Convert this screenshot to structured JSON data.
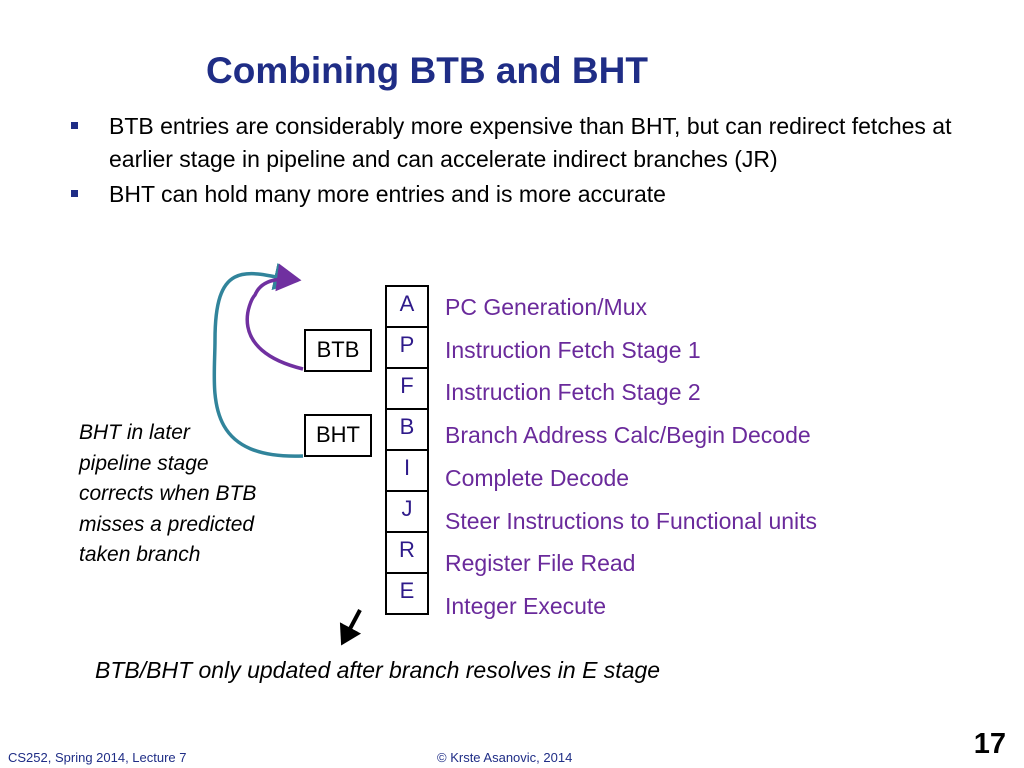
{
  "title": "Combining BTB and BHT",
  "bullets": [
    "BTB entries are considerably more expensive than BHT, but can redirect fetches at earlier stage in pipeline and can accelerate indirect branches (JR)",
    "BHT can hold many more entries and is more accurate"
  ],
  "pipeline": [
    {
      "stage": "A",
      "description": "PC Generation/Mux"
    },
    {
      "stage": "P",
      "description": "Instruction Fetch Stage 1"
    },
    {
      "stage": "F",
      "description": "Instruction Fetch Stage 2"
    },
    {
      "stage": "B",
      "description": "Branch Address Calc/Begin Decode"
    },
    {
      "stage": "I",
      "description": "Complete Decode"
    },
    {
      "stage": "J",
      "description": "Steer Instructions to Functional units"
    },
    {
      "stage": "R",
      "description": "Register File Read"
    },
    {
      "stage": "E",
      "description": "Integer Execute"
    }
  ],
  "boxes": {
    "btb": "BTB",
    "bht": "BHT"
  },
  "side_note": "BHT in later pipeline stage corrects when BTB misses a predicted taken branch",
  "bottom_note": "BTB/BHT only updated after branch resolves in E stage",
  "footer": {
    "course": "CS252, Spring 2014, Lecture 7",
    "copyright": "© Krste Asanovic, 2014"
  },
  "page_number": "17",
  "colors": {
    "title": "#1f2d86",
    "stage_desc": "#6a2a9b",
    "btb_arrow": "#7030a0",
    "bht_arrow": "#31849b"
  },
  "icons": {
    "btb_arrow": "curved-arrow-icon",
    "bht_arrow": "curved-arrow-icon",
    "update_arrow": "diagonal-arrow-icon"
  }
}
